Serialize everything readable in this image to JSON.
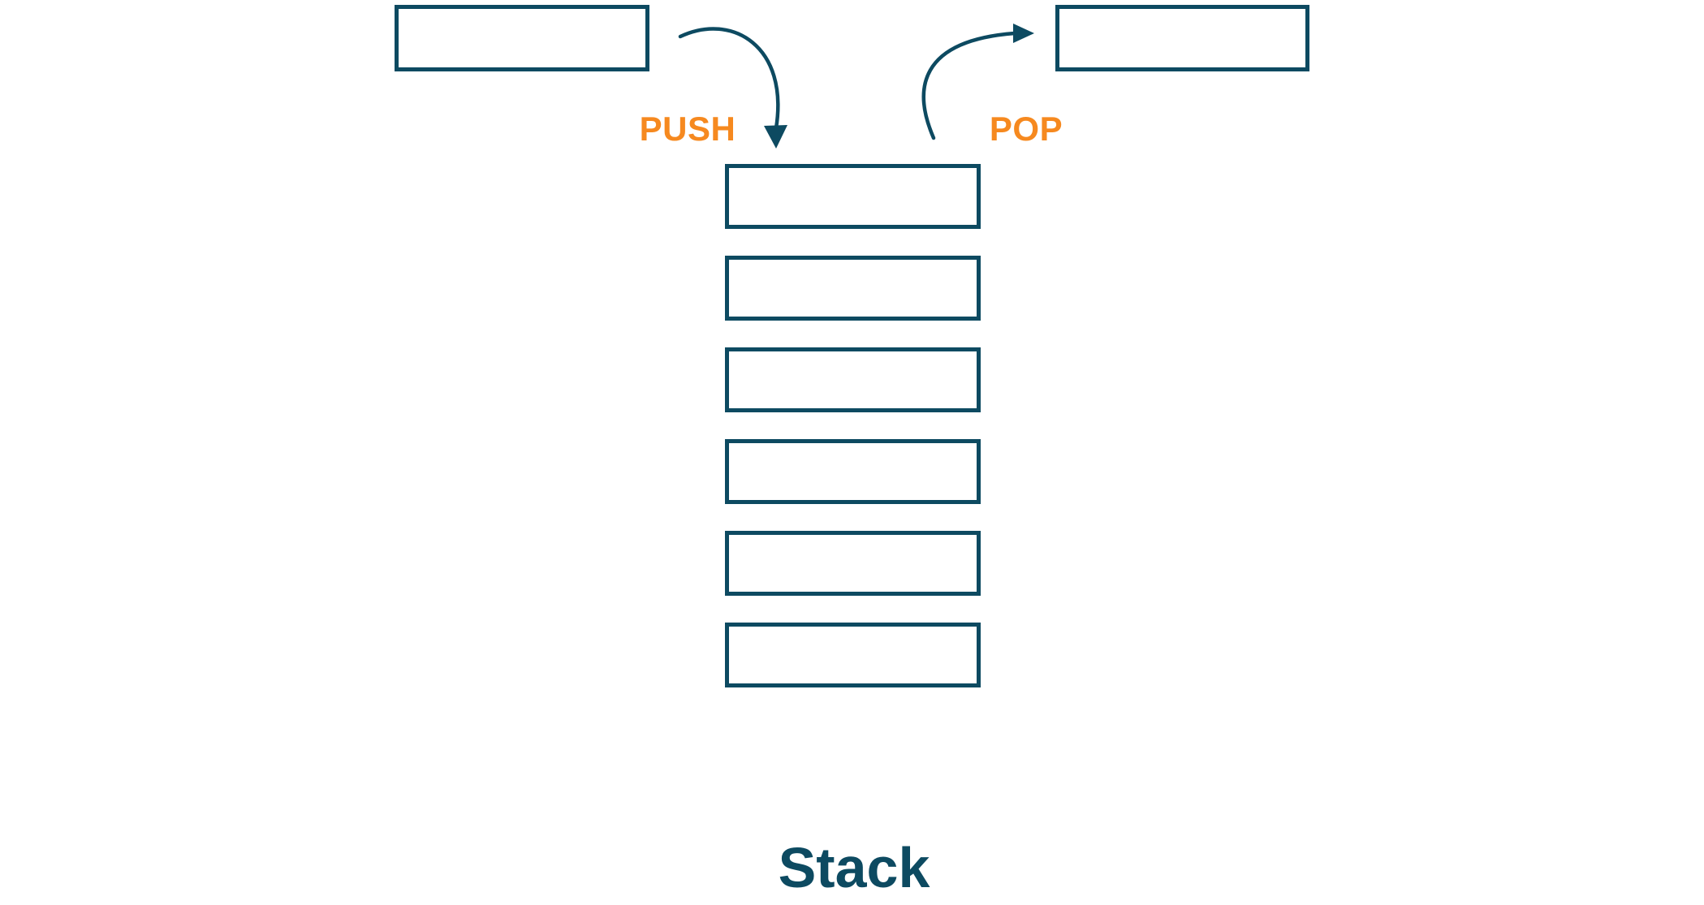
{
  "diagram": {
    "title": "Stack",
    "labels": {
      "push": "PUSH",
      "pop": "POP"
    },
    "input_box": {
      "value": ""
    },
    "output_box": {
      "value": ""
    },
    "stack": {
      "slots": [
        "",
        "",
        "",
        "",
        "",
        ""
      ]
    },
    "icons": {
      "push_arrow": "curved-arrow-down-icon",
      "pop_arrow": "curved-arrow-up-right-icon"
    },
    "colors": {
      "outline": "#0d4a61",
      "accent_orange": "#f6891f",
      "background": "#ffffff"
    }
  }
}
